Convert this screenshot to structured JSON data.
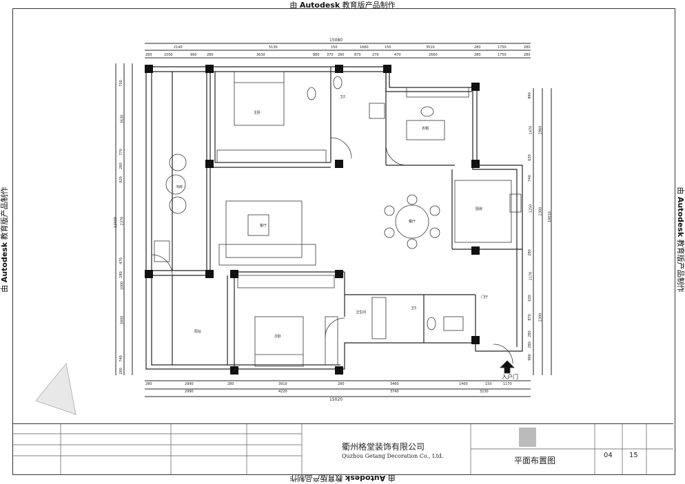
{
  "watermark": {
    "prefix": "由",
    "brand": "Autodesk",
    "suffix": "教育版产品制作"
  },
  "dimensions_top": {
    "overall": "15080",
    "row2": [
      "2140",
      "5130",
      "150",
      "1660",
      "150",
      "3510",
      "280",
      "1750",
      "280"
    ],
    "row3": [
      "280",
      "1000",
      "990",
      "280",
      "3630",
      "880",
      "370",
      "280",
      "870",
      "270",
      "470",
      "2660",
      "280",
      "1750",
      "280"
    ]
  },
  "dimensions_bottom": {
    "row1": [
      "280",
      "2990",
      "280",
      "3910",
      "280",
      "3460",
      "1400",
      "150",
      "1170"
    ],
    "row2": [
      "2990",
      "4220",
      "3740",
      "3230"
    ],
    "overall": "15020"
  },
  "dimensions_left": {
    "overall": "12030",
    "segments": [
      "730",
      "3630",
      "770",
      "280",
      "920",
      "2370",
      "470",
      "280",
      "1000",
      "3000",
      "740",
      "280"
    ]
  },
  "dimensions_right": {
    "overall": "10010",
    "segments": [
      "990",
      "2960",
      "1470",
      "630",
      "740",
      "2300",
      "1250",
      "280",
      "1170",
      "2300",
      "630",
      "870",
      "280",
      "280",
      "990"
    ]
  },
  "rooms": [
    {
      "id": "study",
      "label": "书房"
    },
    {
      "id": "master-bedroom",
      "label": "主卧"
    },
    {
      "id": "bath-1",
      "label": "卫生间"
    },
    {
      "id": "bath-2",
      "label": "卫2"
    },
    {
      "id": "storage",
      "label": "衣帽"
    },
    {
      "id": "living",
      "label": "客厅"
    },
    {
      "id": "dining",
      "label": "餐厅"
    },
    {
      "id": "kitchen",
      "label": "厨房"
    },
    {
      "id": "balcony",
      "label": "阳台"
    },
    {
      "id": "second-bedroom",
      "label": "次卧"
    },
    {
      "id": "bath-3",
      "label": "卫3"
    },
    {
      "id": "entry",
      "label": "门厅"
    }
  ],
  "entry_label": "入户门",
  "title_block": {
    "company_cn": "衢州格堂装饰有限公司",
    "company_en": "Quzhou Getang Decoration Co., Ltd.",
    "drawing_title": "平面布置图",
    "sheet_no": "04",
    "sheet_total": "15"
  }
}
